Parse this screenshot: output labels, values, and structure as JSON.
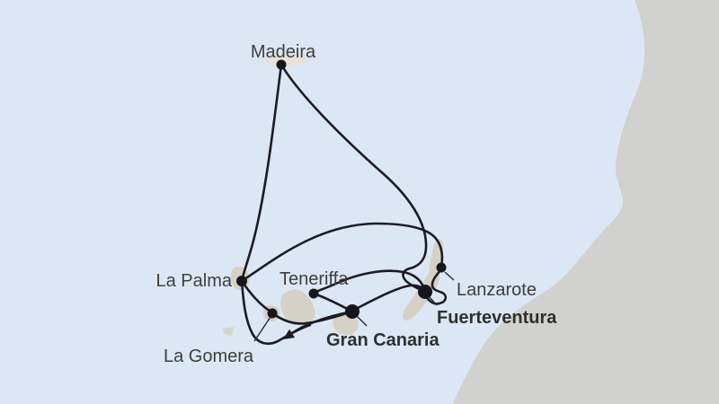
{
  "map": {
    "kind": "cruise-route-map",
    "colors": {
      "sea": "#dbe7f5",
      "mainland": "#d1d1cf",
      "island": "#d6d1c6",
      "route_line": "#1b1b24",
      "port_dot": "#15151d",
      "label_text": "#3e3e3e",
      "label_text_bold": "#2f2f2f"
    }
  },
  "ports": [
    {
      "name": "Madeira",
      "emphasis": "regular"
    },
    {
      "name": "La Palma",
      "emphasis": "regular"
    },
    {
      "name": "Teneriffa",
      "emphasis": "regular"
    },
    {
      "name": "La Gomera",
      "emphasis": "regular"
    },
    {
      "name": "Gran Canaria",
      "emphasis": "bold"
    },
    {
      "name": "Fuerteventura",
      "emphasis": "bold"
    },
    {
      "name": "Lanzarote",
      "emphasis": "regular"
    }
  ],
  "route_segments": [
    "Madeira - La Palma",
    "Madeira - Fuerteventura",
    "La Palma - Lanzarote",
    "Lanzarote - Fuerteventura",
    "Fuerteventura - Teneriffa",
    "Teneriffa - Gran Canaria",
    "Gran Canaria - Fuerteventura",
    "La Palma - La Gomera",
    "La Gomera - Gran Canaria",
    "La Palma - southern loop toward Gran Canaria"
  ],
  "arrow": {
    "from": "Gran Canaria",
    "direction": "southwest"
  }
}
